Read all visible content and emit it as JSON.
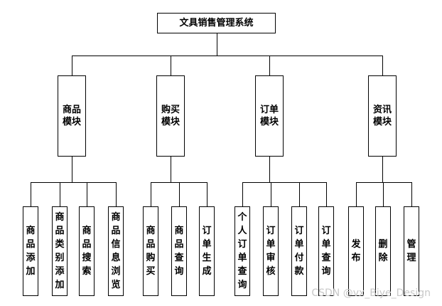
{
  "diagram": {
    "title": "文具销售管理系统",
    "modules": [
      {
        "label": "商品模块",
        "items": [
          "商品添加",
          "商品类别添加",
          "商品搜索",
          "商品信息浏览"
        ]
      },
      {
        "label": "购买模块",
        "items": [
          "商品购买",
          "商品查询",
          "订单生成"
        ]
      },
      {
        "label": "订单模块",
        "items": [
          "个人订单查询",
          "订单审核",
          "订单付款",
          "订单查询"
        ]
      },
      {
        "label": "资讯模块",
        "items": [
          "发布",
          "删除",
          "管理"
        ]
      }
    ]
  },
  "watermark": "CSDN @vx_Biye_Design"
}
